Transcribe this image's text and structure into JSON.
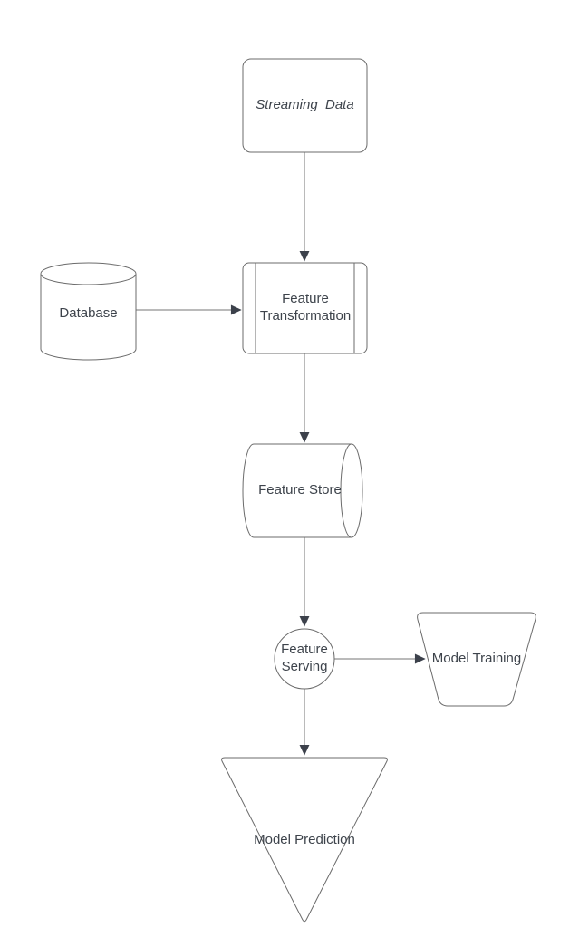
{
  "diagram": {
    "background": "#ffffff",
    "colors": {
      "shape_stroke": "#6b6b6b",
      "line_stroke": "#757575",
      "arrowhead": "#3c414b",
      "text": "#3d434b"
    },
    "nodes": [
      {
        "id": "streaming-data",
        "label": "Streaming  Data",
        "shape": "rounded-rectangle"
      },
      {
        "id": "database",
        "label": "Database",
        "shape": "vertical-cylinder"
      },
      {
        "id": "feature-transformation",
        "label": "Feature Transformation",
        "shape": "predefined-process"
      },
      {
        "id": "feature-store",
        "label": "Feature Store",
        "shape": "horizontal-cylinder"
      },
      {
        "id": "feature-serving",
        "label": "Feature Serving",
        "shape": "circle"
      },
      {
        "id": "model-training",
        "label": "Model Training",
        "shape": "inverted-trapezoid"
      },
      {
        "id": "model-prediction",
        "label": "Model Prediction",
        "shape": "inverted-triangle"
      }
    ],
    "edges": [
      {
        "from": "streaming-data",
        "to": "feature-transformation"
      },
      {
        "from": "database",
        "to": "feature-transformation"
      },
      {
        "from": "feature-transformation",
        "to": "feature-store"
      },
      {
        "from": "feature-store",
        "to": "feature-serving"
      },
      {
        "from": "feature-serving",
        "to": "model-training"
      },
      {
        "from": "feature-serving",
        "to": "model-prediction"
      }
    ]
  }
}
